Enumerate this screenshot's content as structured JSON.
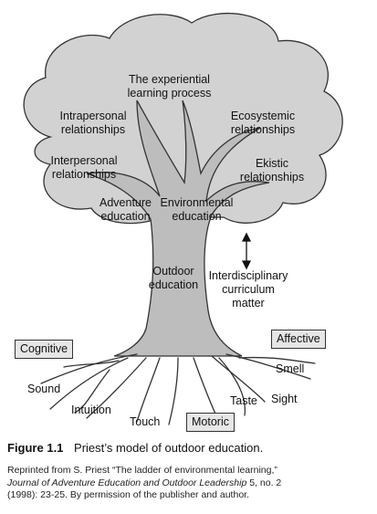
{
  "diagram": {
    "crown_labels": {
      "experiential": [
        "The experiential",
        "learning process"
      ],
      "intrapersonal": [
        "Intrapersonal",
        "relationships"
      ],
      "interpersonal": [
        "Interpersonal",
        "relationships"
      ],
      "ecosystemic": [
        "Ecosystemic",
        "relationships"
      ],
      "ekistic": [
        "Ekistic",
        "relationships"
      ]
    },
    "branch_labels": {
      "adventure": [
        "Adventure",
        "education"
      ],
      "environmental": [
        "Environmental",
        "education"
      ]
    },
    "trunk_label": [
      "Outdoor",
      "education"
    ],
    "side_label": [
      "Interdisciplinary",
      "curriculum",
      "matter"
    ],
    "root_boxes": {
      "cognitive": "Cognitive",
      "affective": "Affective",
      "motoric": "Motoric"
    },
    "senses": {
      "sound": "Sound",
      "intuition": "Intuition",
      "touch": "Touch",
      "taste": "Taste",
      "sight": "Sight",
      "smell": "Smell"
    },
    "colors": {
      "crown": "#d2d2d2",
      "trunk": "#bdbdbd",
      "outline": "#333333",
      "box_fill": "#e6e6e6"
    }
  },
  "caption": {
    "figure_number": "Figure 1.1",
    "text": "Priest’s model of outdoor education."
  },
  "credit": {
    "line1": "Reprinted from S. Priest “The ladder of environmental learning,”",
    "journal": "Journal of Adventure Education and Outdoor Leadership",
    "line2_rest": " 5, no. 2",
    "line3": "(1998): 23-25. By permission of the publisher and author."
  }
}
